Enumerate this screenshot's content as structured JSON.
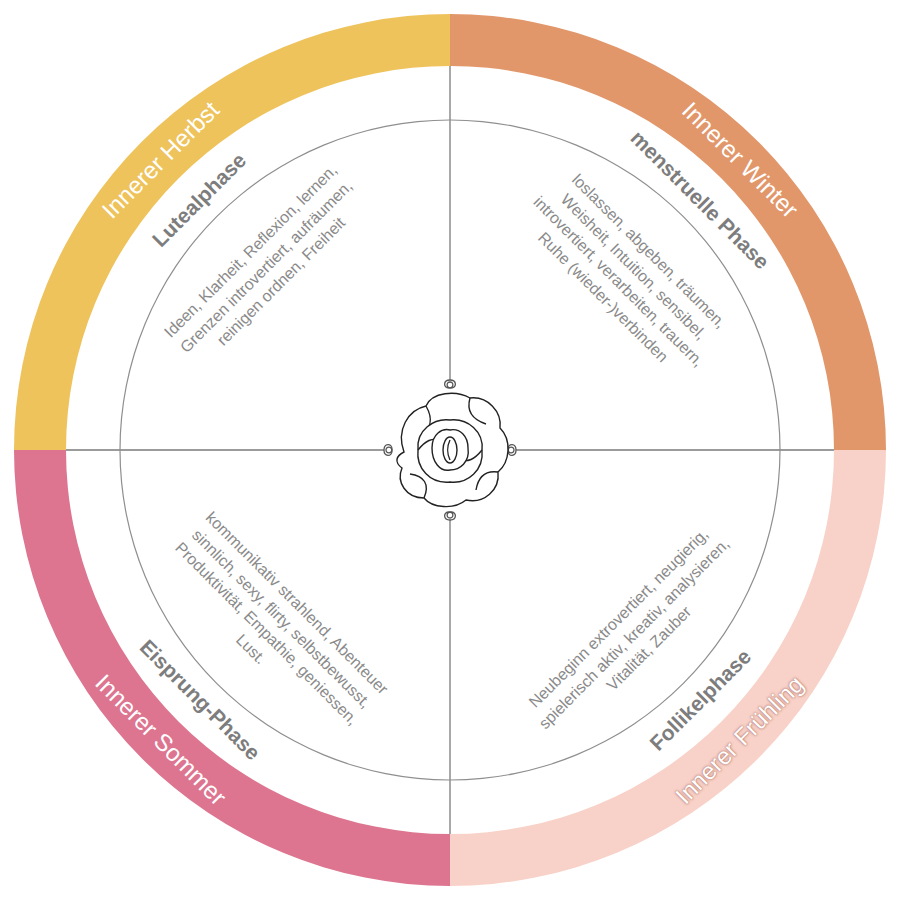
{
  "diagram": {
    "nodes": [
      {
        "text": [
          "Innerer Herbst",
          "Lutealphase",
          "Ideen, Klarheit, Reflexion, lernen, Grenzen introvertiert, aufräumen, reinigen ordnen, Freiheit"
        ]
      },
      {
        "text": [
          "Innerer Winter",
          "menstruelle Phase",
          "loslassen, abgeben, träumen, Weisheit, Intuition, sensibel, introvertiert, verarbeiten, trauern, Ruhe (wieder-)verbinden"
        ]
      },
      {
        "text": [
          "Innerer Sommer",
          "Eisprung-Phase",
          "kommunikativ strahlend, Abenteuer sinnlich, sexy, flirty, selbstbewusst, Produktivität, Empathie, geniessen, Lust."
        ]
      },
      {
        "text": [
          "Innerer Frühling",
          "Follikelphase",
          "Neubeginn extrovertiert, neugierig, spielerisch aktiv, kreativ, analysieren, Vitalität, Zauber"
        ]
      }
    ]
  }
}
